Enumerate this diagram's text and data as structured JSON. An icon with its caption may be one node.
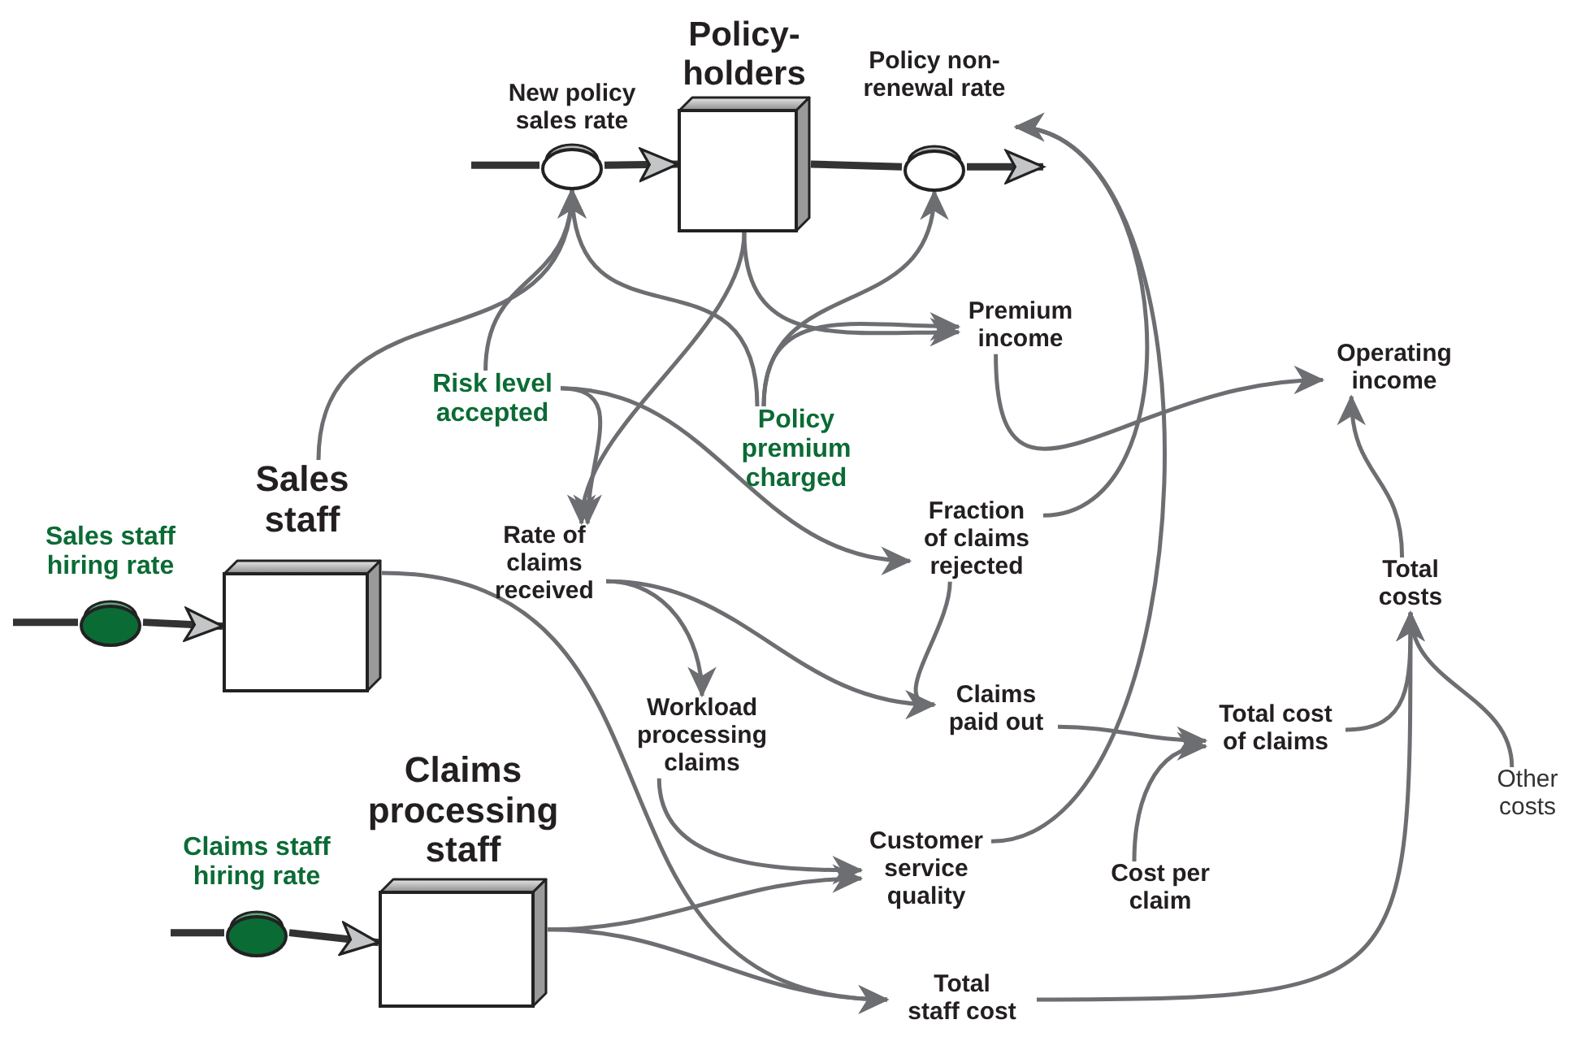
{
  "diagram": {
    "nodes": [
      {
        "text": [
          "Policy-holders"
        ]
      },
      {
        "text": [
          "New policy sales rate"
        ]
      },
      {
        "text": [
          "Policy non-renewal rate"
        ]
      },
      {
        "text": [
          "Sales staff"
        ]
      },
      {
        "text": [
          "Sales staff hiring rate"
        ]
      },
      {
        "text": [
          "Claims processing staff"
        ]
      },
      {
        "text": [
          "Claims staff hiring rate"
        ]
      },
      {
        "text": [
          "Risk level accepted"
        ]
      },
      {
        "text": [
          "Policy premium charged"
        ]
      },
      {
        "text": [
          "Premium income"
        ]
      },
      {
        "text": [
          "Operating income"
        ]
      },
      {
        "text": [
          "Rate of claims received"
        ]
      },
      {
        "text": [
          "Fraction of claims rejected"
        ]
      },
      {
        "text": [
          "Workload processing claims"
        ]
      },
      {
        "text": [
          "Claims paid out"
        ]
      },
      {
        "text": [
          "Total cost of claims"
        ]
      },
      {
        "text": [
          "Total costs"
        ]
      },
      {
        "text": [
          "Other costs"
        ]
      },
      {
        "text": [
          "Customer service quality"
        ]
      },
      {
        "text": [
          "Cost per claim"
        ]
      },
      {
        "text": [
          "Total staff cost"
        ]
      }
    ],
    "edges": [
      {
        "from": null,
        "to": 1,
        "arrow": "none",
        "style": "thick"
      },
      {
        "from": 1,
        "to": 0,
        "arrow": "to",
        "style": "thick"
      },
      {
        "from": 0,
        "to": 2,
        "arrow": "none",
        "style": "thick"
      },
      {
        "from": 2,
        "to": null,
        "arrow": "to",
        "style": "thick"
      },
      {
        "from": null,
        "to": 4,
        "arrow": "none",
        "style": "thick"
      },
      {
        "from": 4,
        "to": 3,
        "arrow": "to",
        "style": "thick"
      },
      {
        "from": null,
        "to": 6,
        "arrow": "none",
        "style": "thick"
      },
      {
        "from": 6,
        "to": 5,
        "arrow": "to",
        "style": "thick"
      },
      {
        "from": 3,
        "to": 1,
        "arrow": "to"
      },
      {
        "from": 7,
        "to": 1,
        "arrow": "to"
      },
      {
        "from": 8,
        "to": 1,
        "arrow": "to"
      },
      {
        "from": 8,
        "to": 2,
        "arrow": "to"
      },
      {
        "from": 8,
        "to": 9,
        "arrow": "to"
      },
      {
        "from": 0,
        "to": 9,
        "arrow": "to"
      },
      {
        "from": 0,
        "to": 11,
        "arrow": "to"
      },
      {
        "from": 7,
        "to": 11,
        "arrow": "to"
      },
      {
        "from": 7,
        "to": 12,
        "arrow": "to"
      },
      {
        "from": 9,
        "to": 10,
        "arrow": "to"
      },
      {
        "from": 16,
        "to": 10,
        "arrow": "to"
      },
      {
        "from": 12,
        "to": 2,
        "arrow": "to"
      },
      {
        "from": 18,
        "to": 2,
        "arrow": "to"
      },
      {
        "from": 11,
        "to": 13,
        "arrow": "to"
      },
      {
        "from": 11,
        "to": 14,
        "arrow": "to"
      },
      {
        "from": 12,
        "to": 14,
        "arrow": "to"
      },
      {
        "from": 14,
        "to": 15,
        "arrow": "to"
      },
      {
        "from": 19,
        "to": 15,
        "arrow": "to"
      },
      {
        "from": 15,
        "to": 16,
        "arrow": "to"
      },
      {
        "from": 17,
        "to": 16,
        "arrow": "to"
      },
      {
        "from": 20,
        "to": 16,
        "arrow": "to"
      },
      {
        "from": 3,
        "to": 20,
        "arrow": "to"
      },
      {
        "from": 5,
        "to": 18,
        "arrow": "to"
      },
      {
        "from": 5,
        "to": 20,
        "arrow": "to"
      },
      {
        "from": 13,
        "to": 18,
        "arrow": "to"
      }
    ]
  }
}
